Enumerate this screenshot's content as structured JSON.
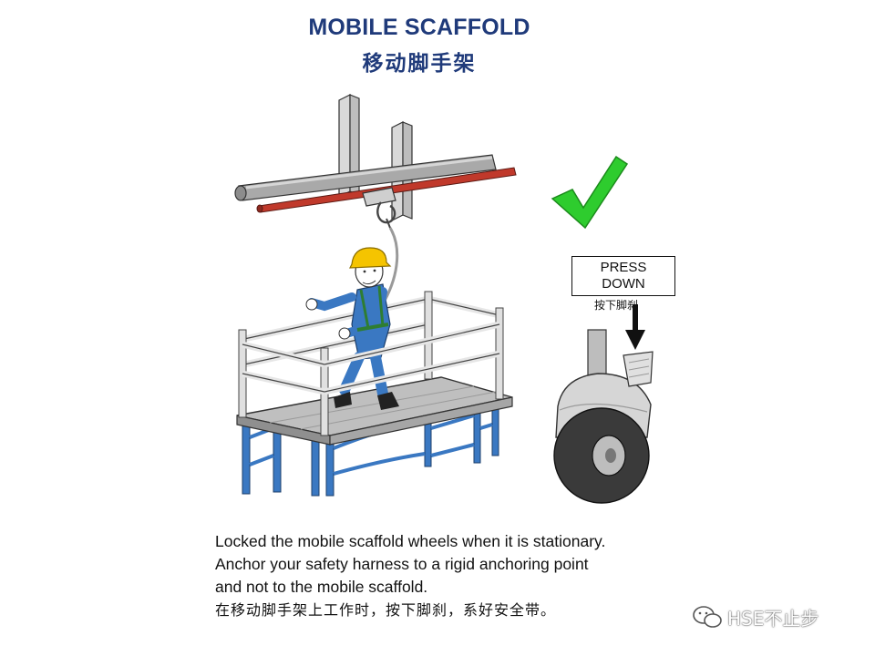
{
  "title": {
    "en": "MOBILE SCAFFOLD",
    "zh": "移动脚手架"
  },
  "sign": {
    "line1": "PRESS",
    "line2": "DOWN",
    "zh": "按下脚刹"
  },
  "caption": {
    "line1": "Locked the mobile scaffold wheels when it is stationary.",
    "line2": "Anchor your safety harness to a rigid anchoring point",
    "line3": "and not to the mobile scaffold.",
    "zh": "在移动脚手架上工作时，按下脚刹，系好安全带。"
  },
  "watermark": {
    "text": "HSE不止步",
    "icon": "wechat-icon"
  },
  "colors": {
    "title": "#1f3a7a",
    "check": "#2ecc2e",
    "scaffold_blue": "#3a78c2",
    "red_pipe": "#c0392b",
    "helmet": "#f5c400"
  }
}
